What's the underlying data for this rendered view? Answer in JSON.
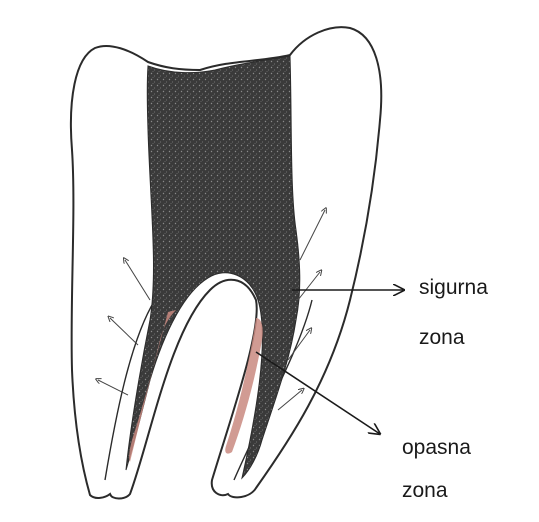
{
  "labels": {
    "safe_zone_line1": "sigurna",
    "safe_zone_line2": "zona",
    "danger_zone_line1": "opasna",
    "danger_zone_line2": "zona"
  },
  "colors": {
    "pulp": "#3a3a3a",
    "danger_zone": "#c98a80",
    "outline": "#2b2b2b"
  }
}
